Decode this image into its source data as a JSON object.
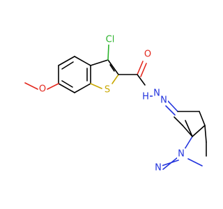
{
  "molecule": {
    "atoms": [
      {
        "id": "cl",
        "label": "Cl",
        "color": "#2bb32b"
      },
      {
        "id": "o_carbonyl",
        "label": "O",
        "color": "#e3281e"
      },
      {
        "id": "s_ring",
        "label": "S",
        "color": "#c9a800"
      },
      {
        "id": "o_methoxy",
        "label": "O",
        "color": "#e3281e"
      },
      {
        "id": "nh",
        "label": "N",
        "color": "#2233dd"
      },
      {
        "id": "h_on_n",
        "label": "H",
        "color": "#2233dd"
      },
      {
        "id": "n_imine",
        "label": "N",
        "color": "#2233dd"
      },
      {
        "id": "n1_pyrazole",
        "label": "N",
        "color": "#2233dd"
      },
      {
        "id": "n2_pyrazole",
        "label": "N",
        "color": "#2233dd"
      }
    ]
  }
}
